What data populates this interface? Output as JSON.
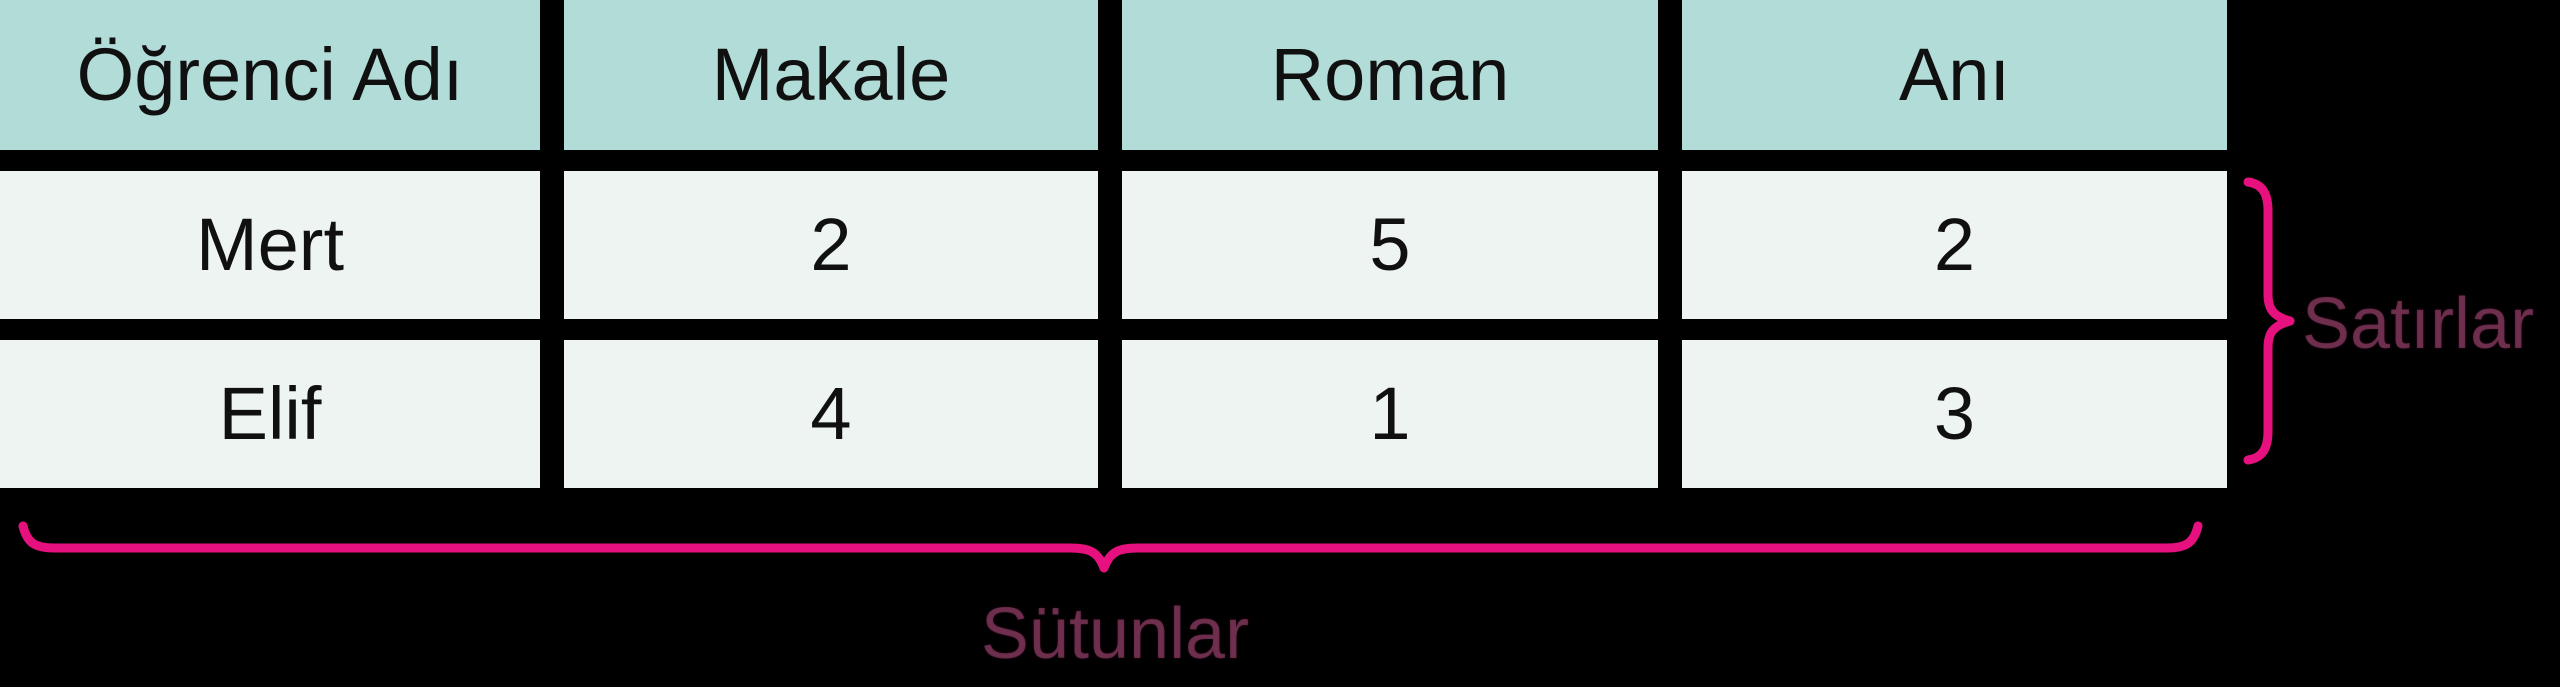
{
  "colors": {
    "background": "#000000",
    "header_bg": "#b2dcd8",
    "cell_bg": "#edf4f2",
    "grid_border": "#000000",
    "cell_text": "#101010",
    "brace_pink": "#e6117e"
  },
  "table": {
    "headers": [
      "Öğrenci Adı",
      "Makale",
      "Roman",
      "Anı"
    ],
    "rows": [
      {
        "name": "Mert",
        "values": [
          "2",
          "5",
          "2"
        ]
      },
      {
        "name": "Elif",
        "values": [
          "4",
          "1",
          "3"
        ]
      }
    ]
  },
  "annotations": {
    "rows_label": "Satırlar",
    "columns_label": "Sütunlar"
  },
  "chart_data": {
    "type": "table",
    "columns": [
      "Öğrenci Adı",
      "Makale",
      "Roman",
      "Anı"
    ],
    "rows": [
      [
        "Mert",
        2,
        5,
        2
      ],
      [
        "Elif",
        4,
        1,
        3
      ]
    ],
    "title": "",
    "notes_visible_on_screen": [
      "Satırlar",
      "Sütunlar"
    ]
  }
}
